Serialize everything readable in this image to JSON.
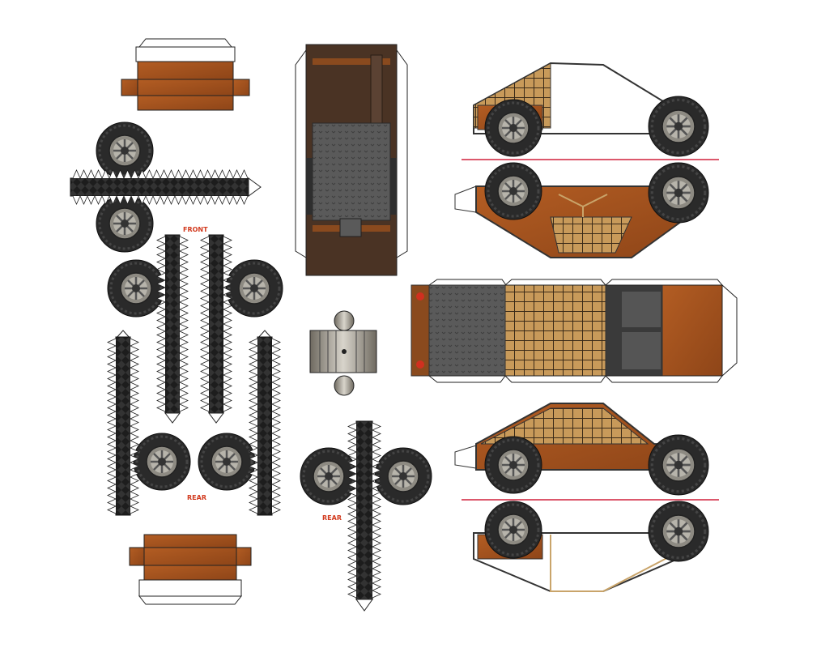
{
  "labels": {
    "front": "FRONT",
    "rear_left": "REAR",
    "rear_center": "REAR"
  },
  "colors": {
    "wood": "#a9551f",
    "wood_dark": "#6b3414",
    "metal": "#4a4a4a",
    "tire": "#2b2b2b",
    "rim": "#9a9a94",
    "fold_line": "#d0213b",
    "frame": "#c9a46a"
  }
}
